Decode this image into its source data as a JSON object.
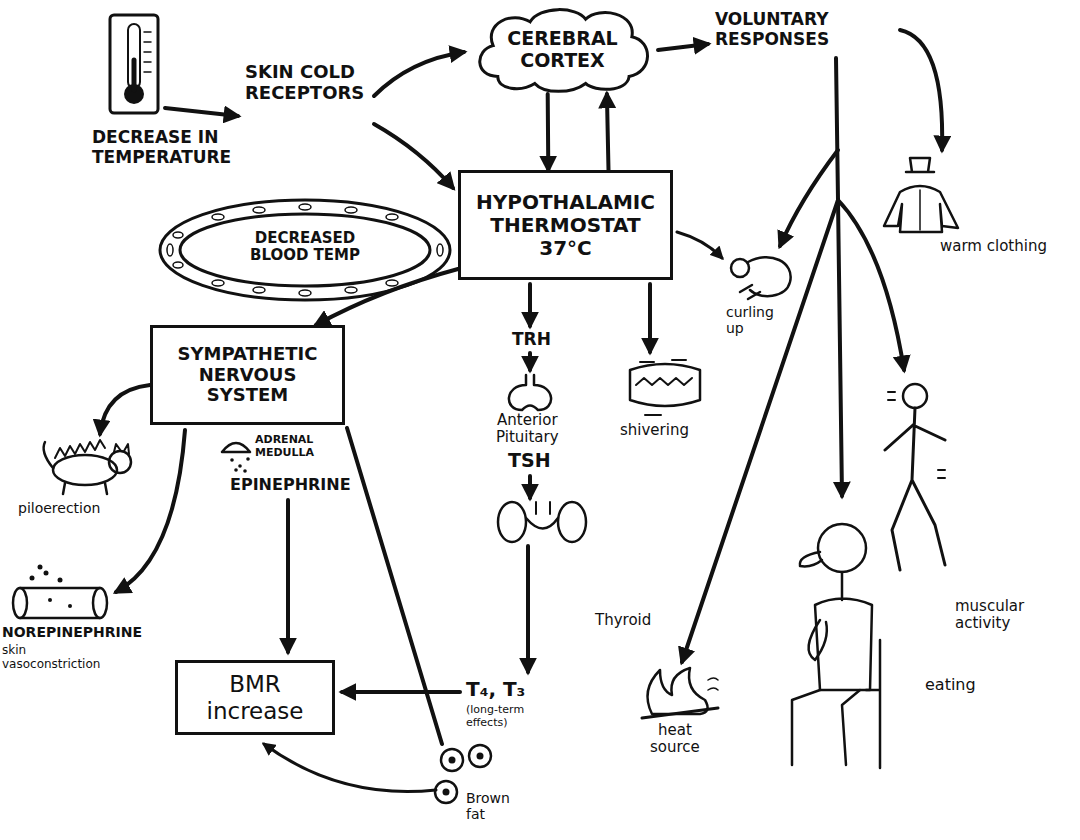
{
  "diagram": {
    "nodes": [
      {
        "text": [
          "CEREBRAL CORTEX"
        ]
      },
      {
        "text": [
          "HYPOTHALAMIC THERMOSTAT 37°C"
        ]
      },
      {
        "text": [
          "SYMPATHETIC NERVOUS SYSTEM"
        ]
      },
      {
        "text": [
          "BMR increase"
        ]
      }
    ],
    "edges": [
      {
        "from": 0,
        "to": 1,
        "arrow": "to"
      },
      {
        "from": 1,
        "to": 0,
        "arrow": "to"
      },
      {
        "from": 1,
        "to": 2,
        "arrow": "to"
      }
    ],
    "labels": [
      "SKIN COLD RECEPTORS",
      "DECREASE IN TEMPERATURE",
      "DECREASED BLOOD TEMP",
      "VOLUNTARY RESPONSES",
      "warm clothing",
      "curling up",
      "shivering",
      "muscular activity",
      "eating",
      "heat source",
      "TRH",
      "Anterior Pituitary",
      "TSH",
      "Thyroid",
      "T₄, T₃",
      "(long-term effects)",
      "piloerection",
      "ADRENAL MEDULLA",
      "EPINEPHRINE",
      "NOREPINEPHRINE",
      "skin vasoconstriction",
      "Brown fat"
    ]
  }
}
